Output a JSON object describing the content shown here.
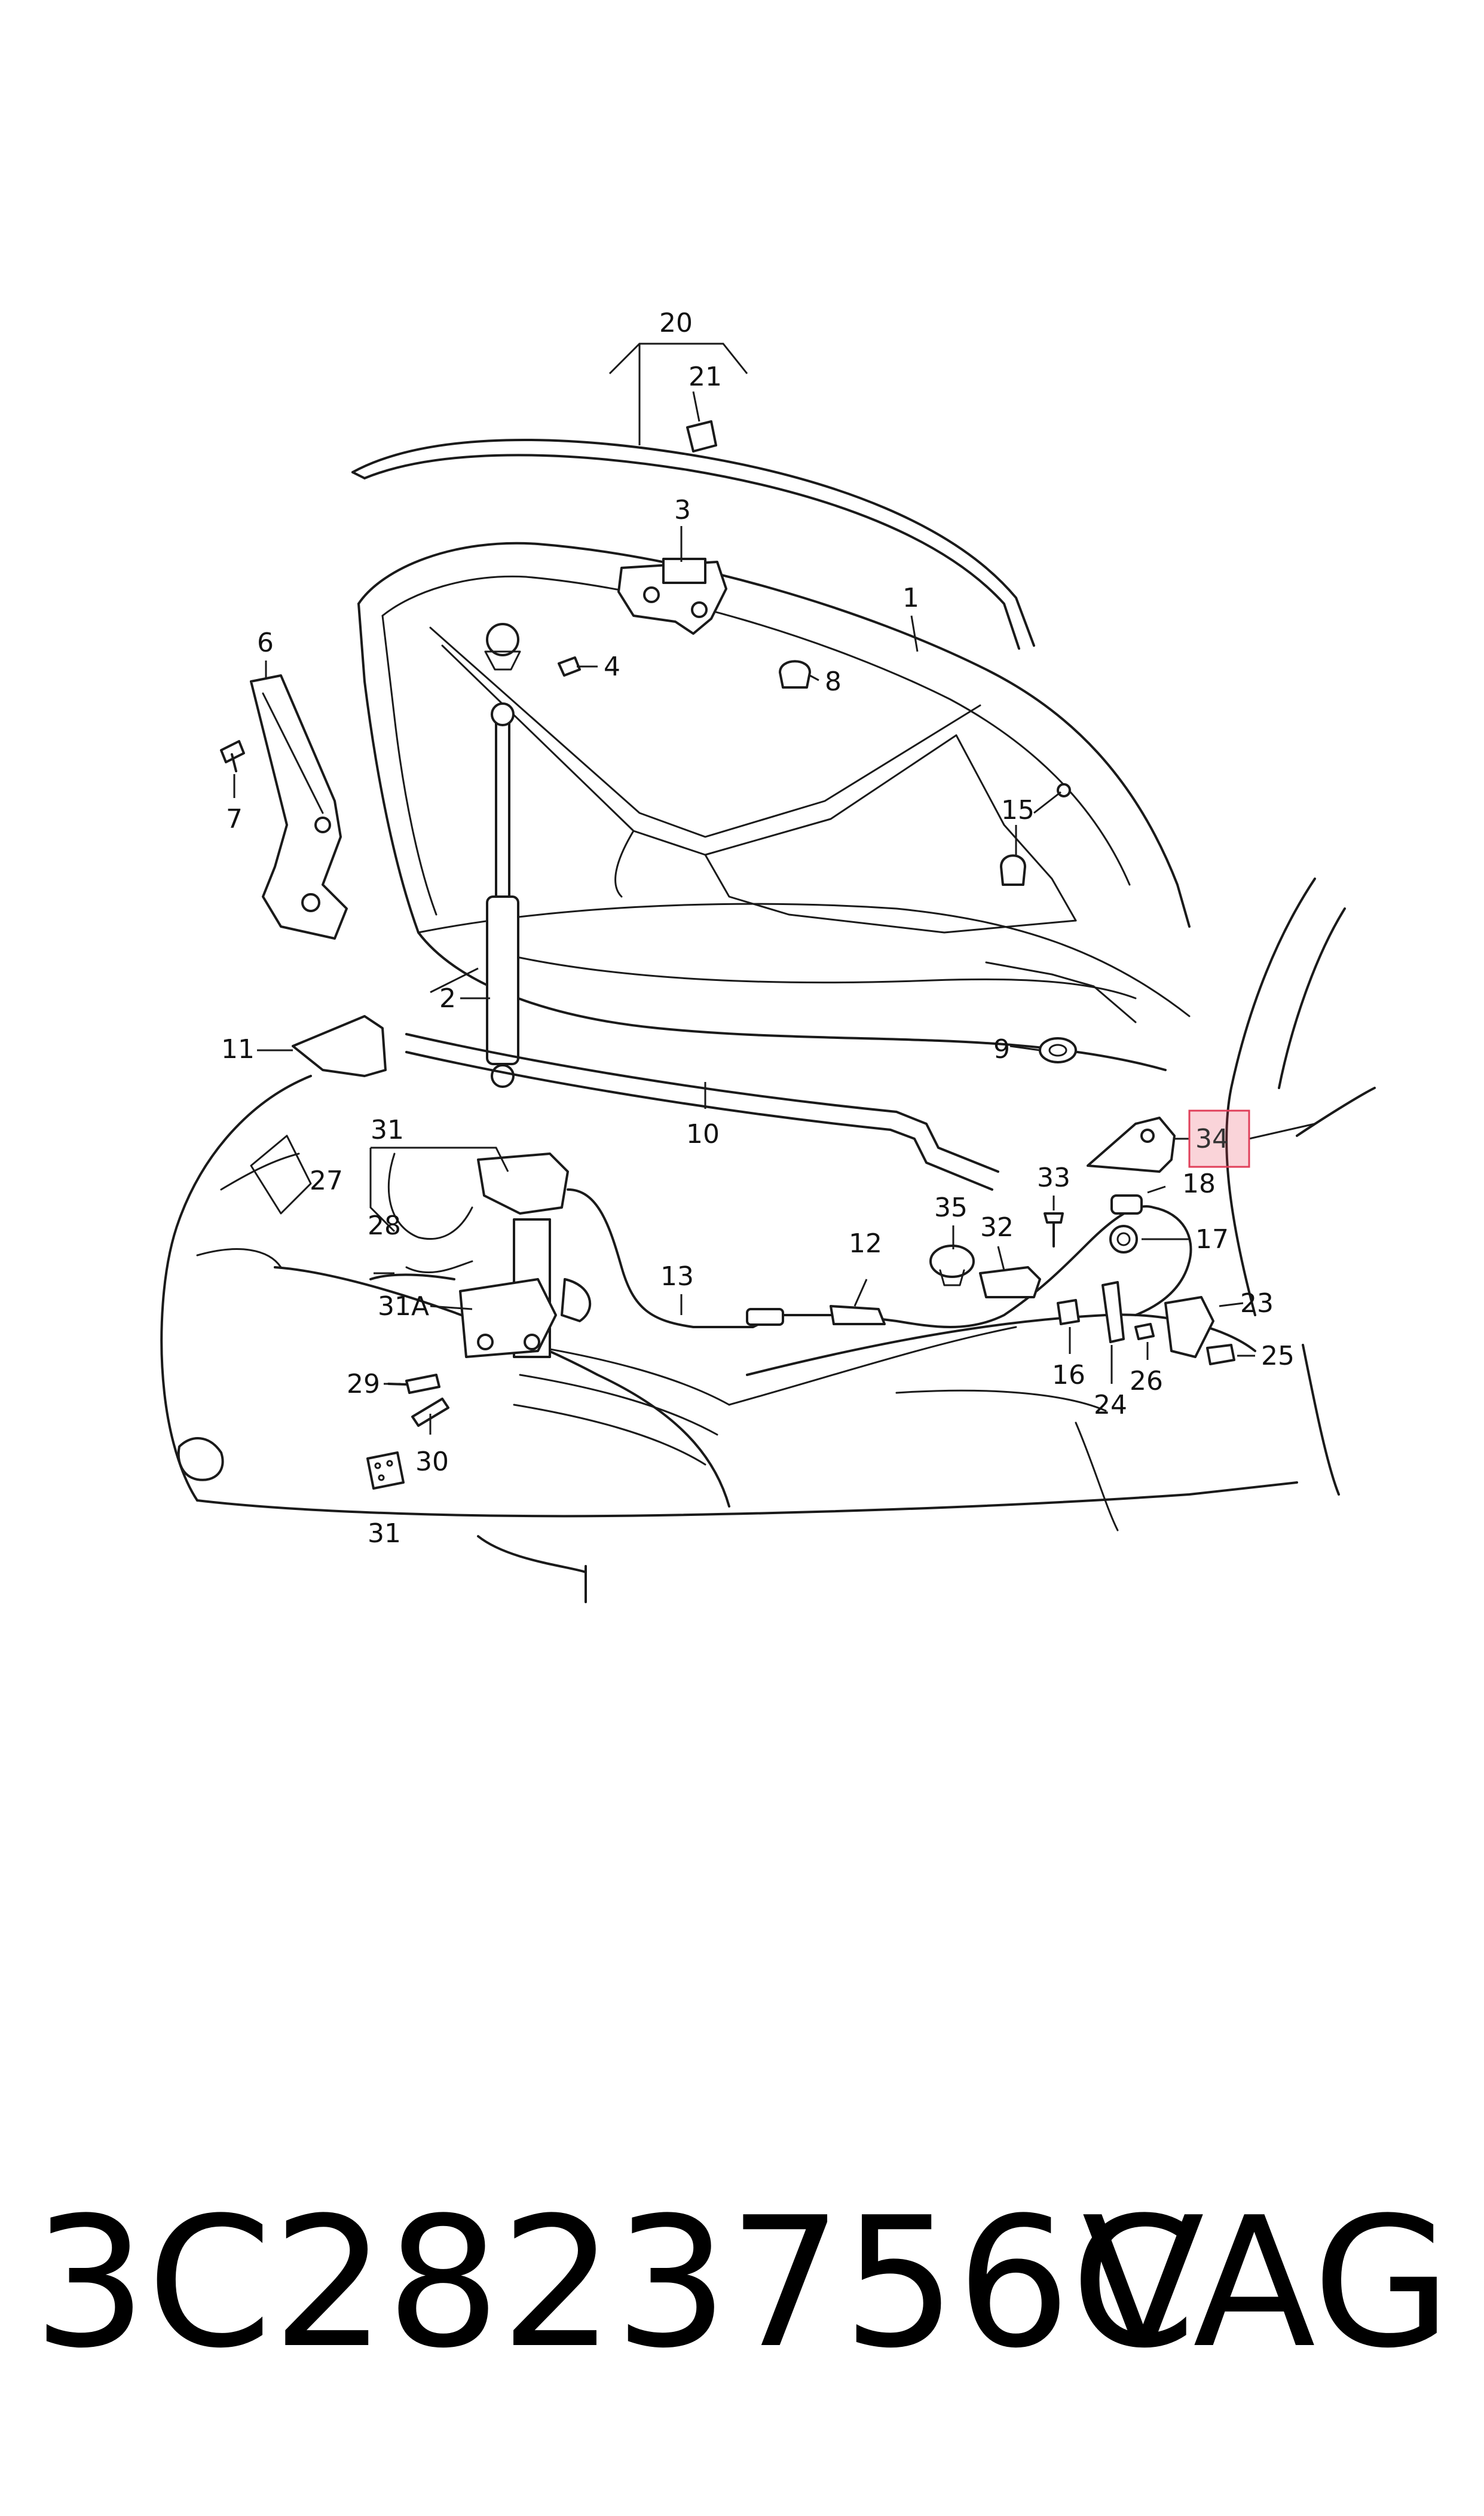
{
  "diagram": {
    "callouts": {
      "c20": "20",
      "c21": "21",
      "c3": "3",
      "c1": "1",
      "c4": "4",
      "c8": "8",
      "c6": "6",
      "c7": "7",
      "c15": "15",
      "c2": "2",
      "c9": "9",
      "c11": "11",
      "c10": "10",
      "c34": "34",
      "c31_top": "31",
      "c27": "27",
      "c28": "28",
      "c31a": "31A",
      "c29": "29",
      "c30": "30",
      "c31_bottom": "31",
      "c13": "13",
      "c12": "12",
      "c35": "35",
      "c32": "32",
      "c33": "33",
      "c18": "18",
      "c17": "17",
      "c23": "23",
      "c25": "25",
      "c26": "26",
      "c24": "24",
      "c16": "16"
    },
    "highlighted_callout": "34",
    "highlight_color": "#e0405a"
  },
  "footer": {
    "part_number": "3C2823756C",
    "brand": "VAG"
  }
}
